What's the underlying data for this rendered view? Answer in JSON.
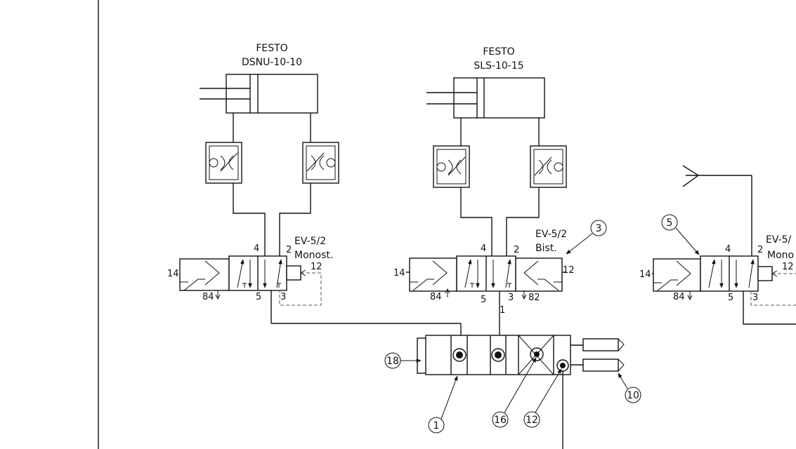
{
  "cylinders": [
    {
      "brand": "FESTO",
      "model": "DSNU-10-10"
    },
    {
      "brand": "FESTO",
      "model": "SLS-10-15"
    }
  ],
  "valves": [
    {
      "type": "EV-5/2",
      "mode": "Monost.",
      "ports": {
        "p14": "14",
        "p84": "84",
        "p4": "4",
        "p2": "2",
        "p5": "5",
        "p3": "3",
        "p12": "12"
      }
    },
    {
      "type": "EV-5/2",
      "mode": "Bist.",
      "ports": {
        "p14": "14",
        "p84": "84",
        "p4": "4",
        "p2": "2",
        "p5": "5",
        "p3": "3",
        "p12": "12",
        "p82": "82",
        "p1": "1"
      }
    },
    {
      "type": "EV-5/",
      "mode": "Mono",
      "ports": {
        "p14": "14",
        "p84": "84",
        "p4": "4",
        "p2": "2",
        "p5": "5",
        "p3": "3",
        "p12": "12"
      }
    }
  ],
  "callouts": [
    "3",
    "5",
    "18",
    "1",
    "16",
    "12",
    "10"
  ]
}
